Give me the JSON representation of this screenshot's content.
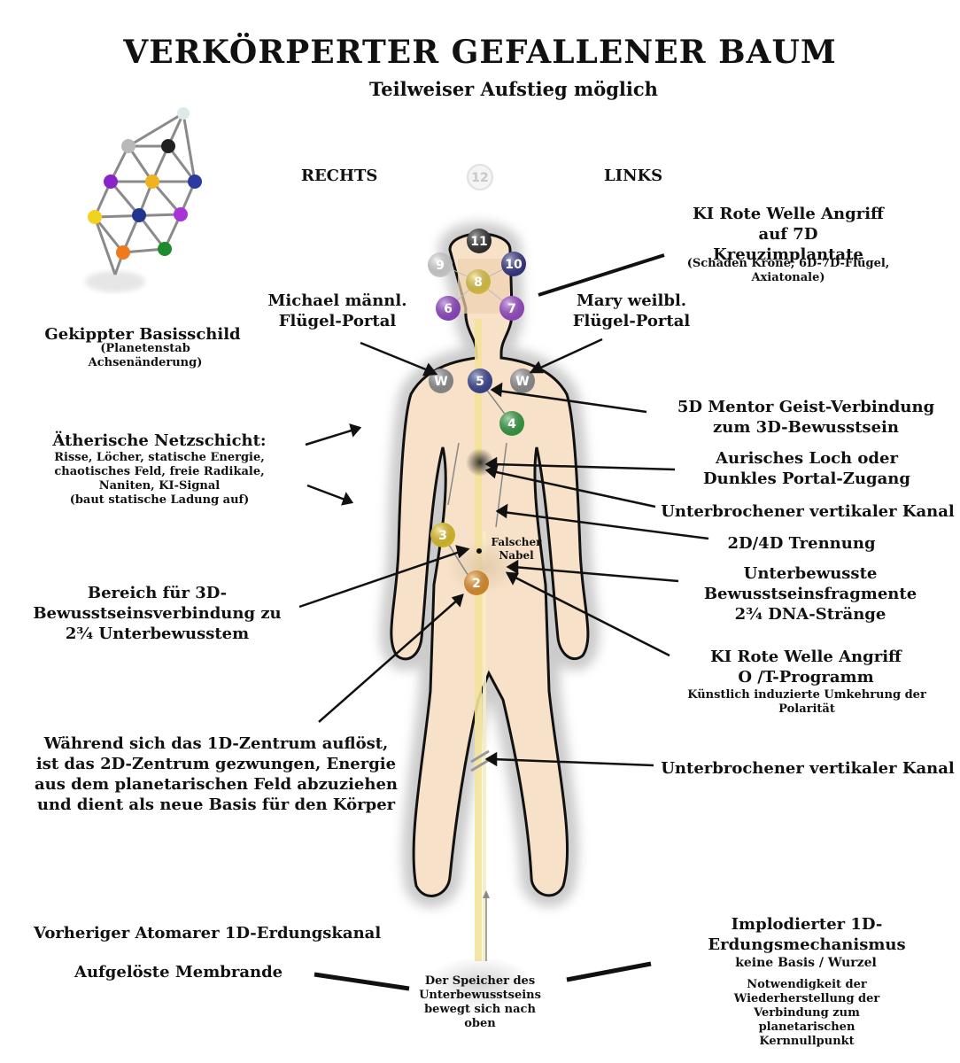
{
  "title": "VERKÖRPERTER GEFALLENER BAUM",
  "subtitle": "Teilweiser Aufstieg möglich",
  "sides": {
    "right": "RECHTS",
    "left": "LINKS"
  },
  "chakras": {
    "c12": "12",
    "c11": "11",
    "c10": "10",
    "c9": "9",
    "c8": "8",
    "c7": "7",
    "c6": "6",
    "c5": "5",
    "c4": "4",
    "c3": "3",
    "c2": "2",
    "wl": "W",
    "wr": "W"
  },
  "labels": {
    "ki7d_main": "KI Rote Welle Angriff\nauf 7D\nKreuzimplantate",
    "ki7d_sub": "(Schaden Krone, 6D-7D-Flügel,\nAxiatonale)",
    "michael": "Michael männl.\nFlügel-Portal",
    "mary": "Mary weilbl.\nFlügel-Portal",
    "basisschild_main": "Gekippter Basisschild",
    "basisschild_sub": "(Planetenstab\nAchsenänderung)",
    "netz_main": "Ätherische Netzschicht:",
    "netz_sub": "Risse, Löcher, statische Energie,\nchaotisches Feld, freie Radikale,\nNaniten, KI-Signal\n(baut statische Ladung auf)",
    "mentor": "5D Mentor Geist-Verbindung\nzum 3D-Bewusstsein",
    "aurisch": "Aurisches Loch oder\nDunkles Portal-Zugang",
    "kanal1": "Unterbrochener vertikaler Kanal",
    "trennung": "2D/4D Trennung",
    "falscher_nabel": "Falscher\nNabel",
    "fragmente": "Unterbewusste\nBewusstseinsfragmente\n2¾ DNA-Stränge",
    "bereich3d": "Bereich für 3D-\nBewusstseinsverbindung zu\n2¾ Unterbewusstem",
    "ki_ot_main": "KI Rote Welle Angriff\nO /T-Programm",
    "ki_ot_sub": "Künstlich induzierte Umkehrung der\nPolarität",
    "waehrend": "Während sich das 1D-Zentrum auflöst,\nist das 2D-Zentrum gezwungen, Energie\naus dem planetarischen Feld abzuziehen\nund dient als neue Basis für den Körper",
    "kanal2": "Unterbrochener vertikaler Kanal",
    "vorheriger": "Vorheriger Atomarer 1D-Erdungskanal",
    "aufgeloeste": "Aufgelöste Membrande",
    "speicher": "Der Speicher des\nUnterbewusstseins\nbewegt sich nach\noben",
    "implodiert_main": "Implodierter 1D-\nErdungsmechanismus",
    "implodiert_sub1": "keine Basis / Wurzel",
    "implodiert_sub2": "Notwendigkeit der\nWiederherstellung der\nVerbindung zum\nplanetarischen\nKernnullpunkt"
  },
  "colors": {
    "body": "#f7e1c8",
    "body_outline": "#111111",
    "aura": "#d9d9d9",
    "channel": "#f3e39a",
    "c11": "#333333",
    "c10": "#3b3a8f",
    "c9": "#e6e6e6",
    "c8": "#f3d64a",
    "c7": "#a64fd6",
    "c6": "#9b4cd4",
    "c5": "#3f4a9c",
    "c4": "#3aa646",
    "c3": "#f1cf2a",
    "c2": "#f29b2e",
    "w": "#9a9a9a"
  },
  "icons": {
    "tree": "tree-of-life-grid-icon"
  }
}
